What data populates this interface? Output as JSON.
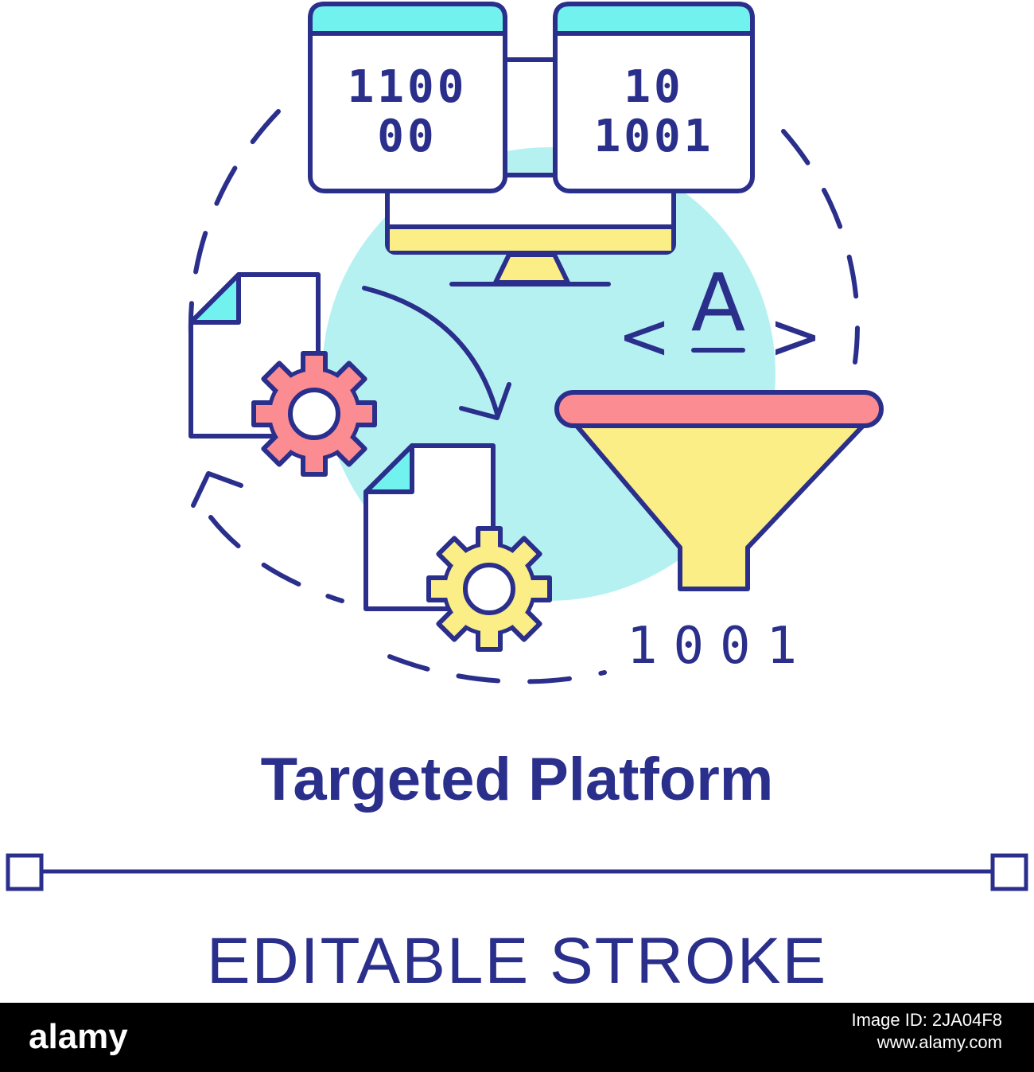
{
  "colors": {
    "outline": "#2b2f8c",
    "cyan": "#71f2ee",
    "light_cyan": "#b6f1f2",
    "yellow": "#fbee86",
    "pink": "#fb8c92",
    "white": "#ffffff",
    "black": "#000000"
  },
  "illustration": {
    "window_left": {
      "line1": "1100",
      "line2": "00"
    },
    "window_right": {
      "line1": "10",
      "line2": "1001"
    },
    "code_symbol": {
      "left": "<",
      "letter": "A",
      "right": ">"
    },
    "binary_output": "1001",
    "icons": [
      "monitor-icon",
      "file-gear-icon",
      "funnel-icon",
      "cycle-arrow-icon"
    ]
  },
  "title": "Targeted Platform",
  "subtitle": "EDITABLE STROKE",
  "stock_bar": {
    "logo": "alamy",
    "image_id": "Image ID: 2JA04F8",
    "url": "www.alamy.com"
  }
}
